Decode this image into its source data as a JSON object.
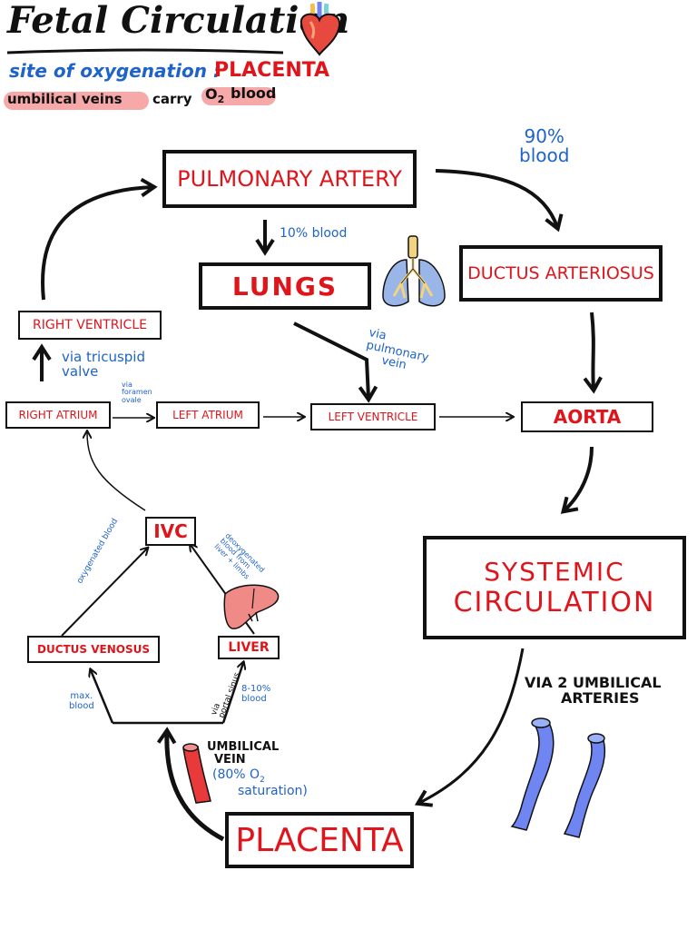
{
  "header": {
    "title": "Fetal Circulation",
    "line1_prefix": "site of oxygenation :",
    "line1_value": "PLACENTA",
    "line2_part1": "umbilical veins",
    "line2_part2": "carry",
    "line2_part3": "O",
    "line2_sub": "2",
    "line2_part4": "blood"
  },
  "boxes": {
    "pulmonary_artery": "PULMONARY ARTERY",
    "lungs": "LUNGS",
    "ductus_arteriosus": "DUCTUS ARTERIOSUS",
    "right_ventricle": "RIGHT VENTRICLE",
    "right_atrium": "RIGHT ATRIUM",
    "left_atrium": "LEFT ATRIUM",
    "left_ventricle": "LEFT VENTRICLE",
    "aorta": "AORTA",
    "systemic_line1": "SYSTEMIC",
    "systemic_line2": "CIRCULATION",
    "ivc": "IVC",
    "ductus_venosus": "DUCTUS VENOSUS",
    "liver": "LIVER",
    "placenta": "PLACENTA"
  },
  "notes": {
    "blood_90_pct": "90%",
    "blood_90_word": "blood",
    "blood_10": "10% blood",
    "via_pulmonary_1": "via",
    "via_pulmonary_2": "pulmonary",
    "via_pulmonary_3": "vein",
    "via_tricuspid_1": "via tricuspid",
    "via_tricuspid_2": "valve",
    "via_foramen_1": "via",
    "via_foramen_2": "foramen",
    "via_foramen_3": "ovale",
    "oxygenated_blood": "oxygenated blood",
    "deoxy_1": "deoxygenated",
    "deoxy_2": "blood from",
    "deoxy_3": "liver + limbs",
    "max_blood_1": "max.",
    "max_blood_2": "blood",
    "via_portal_1": "via",
    "via_portal_2": "portal sinus",
    "pct_blood_1": "8-10%",
    "pct_blood_2": "blood",
    "umb_vein_1": "UMBILICAL",
    "umb_vein_2": "VEIN",
    "umb_vein_3": "(80% O",
    "umb_vein_3_sub": "2",
    "umb_vein_4": "saturation)",
    "via_arteries_1": "VIA 2 UMBILICAL",
    "via_arteries_2": "ARTERIES"
  },
  "icons": [
    "heart-icon",
    "lungs-icon",
    "liver-icon",
    "umbilical-vein-icon",
    "umbilical-arteries-icon"
  ],
  "colors": {
    "label_red": "#e0141b",
    "note_blue": "#1e63c9",
    "highlight_pink": "#f7a8a8",
    "liver_fill": "#f08a86",
    "vein_fill": "#e83a3a",
    "artery_fill": "#6f86f2",
    "lung_fill": "#9ab5e8"
  }
}
